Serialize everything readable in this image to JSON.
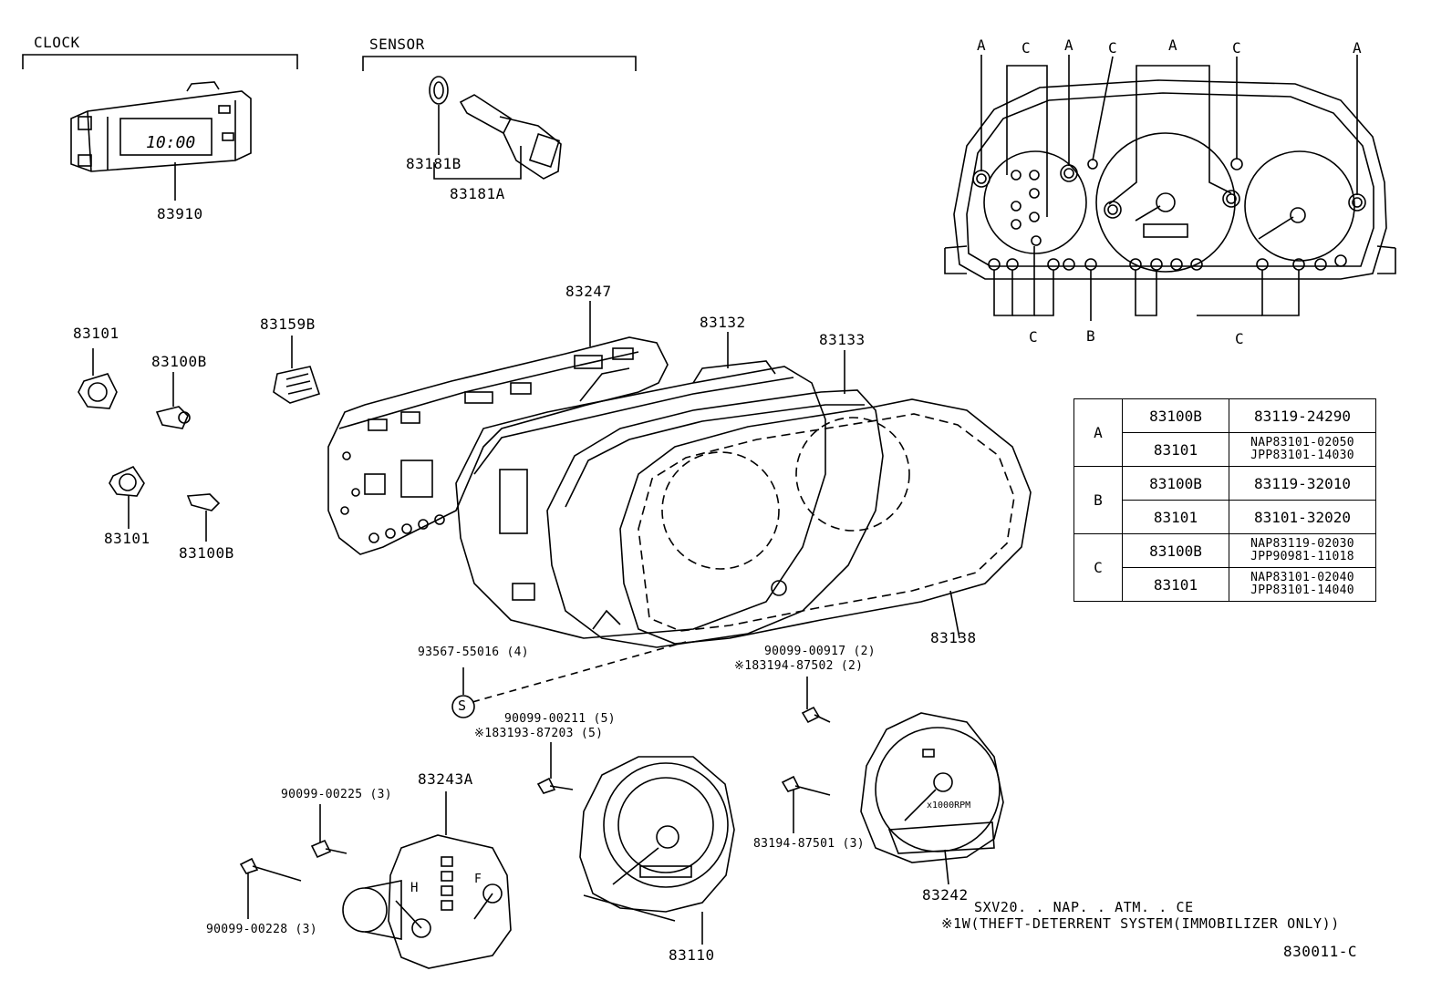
{
  "section_headers": {
    "clock": "CLOCK",
    "sensor": "SENSOR"
  },
  "parts": {
    "clock": "83910",
    "sensor_ring": "83181B",
    "sensor": "83181A",
    "socket_top": "83101",
    "bulb_top": "83100B",
    "socket_bottom": "83101",
    "bulb_bottom": "83100B",
    "connector": "83159B",
    "circuit_plate": "83247",
    "case": "83132",
    "panel": "83133",
    "lens": "83138",
    "speedometer": "83110",
    "fuel_temp_gauge": "83243A",
    "tachometer": "83242"
  },
  "fasteners": {
    "screw_s": "93567-55016 (4)",
    "screw_s_symbol": "S",
    "screw_a": "90099-00917 (2)",
    "screw_a_alt": "※183194-87502 (2)",
    "screw_b": "90099-00211 (5)",
    "screw_b_alt": "※183193-87203 (5)",
    "screw_c": "90099-00225 (3)",
    "screw_d": "90099-00228 (3)",
    "screw_e": "83194-87501 (3)"
  },
  "location_diagram": {
    "top_letters": [
      "A",
      "C",
      "A",
      "C",
      "A",
      "C",
      "A"
    ],
    "bottom_letters": [
      "C",
      "B",
      "C"
    ]
  },
  "bulb_table": {
    "rows": [
      {
        "group": "A",
        "part": "83100B",
        "number": "83119-24290"
      },
      {
        "part": "83101",
        "number_line1": "NAP83101-02050",
        "number_line2": "JPP83101-14030"
      },
      {
        "group": "B",
        "part": "83100B",
        "number": "83119-32010"
      },
      {
        "part": "83101",
        "number": "83101-32020"
      },
      {
        "group": "C",
        "part": "83100B",
        "number_line1": "NAP83119-02030",
        "number_line2": "JPP90981-11018"
      },
      {
        "part": "83101",
        "number_line1": "NAP83101-02040",
        "number_line2": "JPP83101-14040"
      }
    ]
  },
  "clock_display": "10:00",
  "tacho_text": "x1000RPM",
  "gauge_letters": {
    "h": "H",
    "f": "F"
  },
  "notes": {
    "model": "SXV20. . NAP. . ATM. . CE",
    "footnote": "※1W(THEFT-DETERRENT SYSTEM(IMMOBILIZER ONLY))",
    "diagram_id": "830011-C"
  }
}
